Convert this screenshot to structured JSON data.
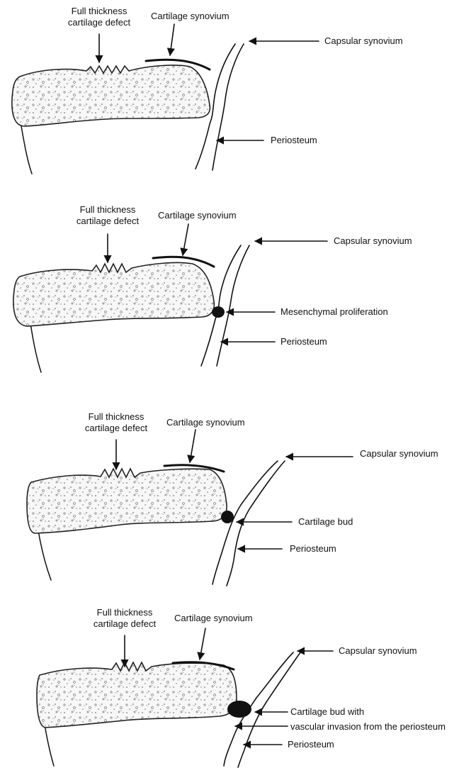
{
  "panels": [
    {
      "defect_label": [
        "Full thickness",
        "cartilage defect"
      ],
      "cartilage_synovium_label": "Cartilage synovium",
      "capsular_synovium_label": "Capsular synovium",
      "periosteum_label": "Periosteum",
      "extra_labels": []
    },
    {
      "defect_label": [
        "Full thickness",
        "cartilage defect"
      ],
      "cartilage_synovium_label": "Cartilage synovium",
      "capsular_synovium_label": "Capsular synovium",
      "periosteum_label": "Periosteum",
      "extra_labels": [
        "Mesenchymal proliferation"
      ]
    },
    {
      "defect_label": [
        "Full thickness",
        "cartilage defect"
      ],
      "cartilage_synovium_label": "Cartilage synovium",
      "capsular_synovium_label": "Capsular synovium",
      "periosteum_label": "Periosteum",
      "extra_labels": [
        "Cartilage bud"
      ]
    },
    {
      "defect_label": [
        "Full thickness",
        "cartilage defect"
      ],
      "cartilage_synovium_label": "Cartilage synovium",
      "capsular_synovium_label": "Capsular synovium",
      "periosteum_label": "Periosteum",
      "extra_labels": [
        "Cartilage bud with",
        "vascular invasion from the periosteum"
      ]
    }
  ]
}
